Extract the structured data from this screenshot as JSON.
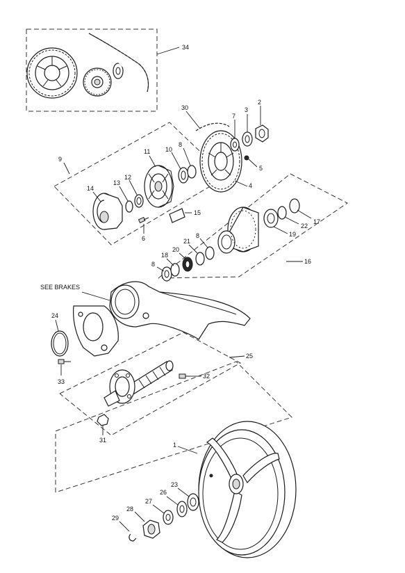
{
  "note_text": "SEE BRAKES",
  "callouts": {
    "c1": "1",
    "c2": "2",
    "c3": "3",
    "c4": "4",
    "c5": "5",
    "c6": "6",
    "c7": "7",
    "c8a": "8",
    "c8b": "8",
    "c8c": "8",
    "c9": "9",
    "c10": "10",
    "c11": "11",
    "c12": "12",
    "c13": "13",
    "c14": "14",
    "c15": "15",
    "c16": "16",
    "c17": "17",
    "c18": "18",
    "c19": "19",
    "c20": "20",
    "c21": "21",
    "c22": "22",
    "c23": "23",
    "c24": "24",
    "c25": "25",
    "c26": "26",
    "c27": "27",
    "c28": "28",
    "c29": "29",
    "c30": "30",
    "c31": "31",
    "c32": "32",
    "c33": "33",
    "c34": "34"
  }
}
